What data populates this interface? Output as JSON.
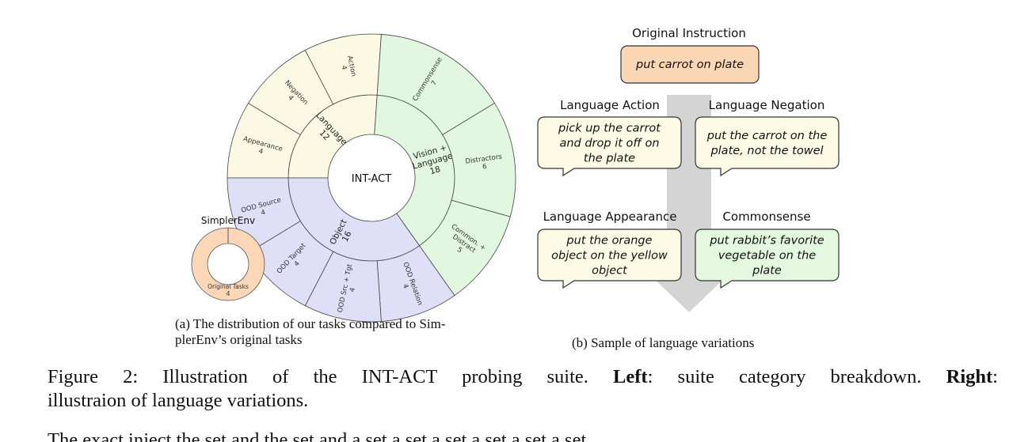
{
  "sunburst": {
    "center_label": "INT-ACT",
    "inner": [
      {
        "label": "Language",
        "value": "12",
        "color": "#fbf9e3"
      },
      {
        "label": "Vision +",
        "label2": "Language",
        "value": "18",
        "color": "#e2f7df"
      },
      {
        "label": "Object",
        "value": "16",
        "color": "#dfe0f7"
      }
    ],
    "outer": [
      {
        "label": "Action",
        "value": "4"
      },
      {
        "label": "Negation",
        "value": "4"
      },
      {
        "label": "Appearance",
        "value": "4"
      },
      {
        "label": "Commonsense",
        "value": "7"
      },
      {
        "label": "Distractors",
        "value": "6"
      },
      {
        "label": "Common. +",
        "label2": "Distract",
        "value": "5"
      },
      {
        "label": "OOD Relation",
        "value": "4"
      },
      {
        "label": "OOD Src + Tgt",
        "value": "4"
      },
      {
        "label": "OOD Target",
        "value": "4"
      },
      {
        "label": "OOD Source",
        "value": "4"
      }
    ]
  },
  "simpler": {
    "title": "SimplerEnv",
    "ring_label": "Original Tasks",
    "ring_value": "4",
    "color": "#fbd7b7"
  },
  "variations": {
    "original_title": "Original Instruction",
    "original_text": "put carrot on plate",
    "boxes": [
      {
        "title": "Language Action",
        "lines": [
          "pick up the carrot",
          "and drop it off on",
          "the plate"
        ],
        "color": "#fdfbe6"
      },
      {
        "title": "Language Negation",
        "lines": [
          "put the carrot on the",
          "plate, not the towel"
        ],
        "color": "#fdfbe6"
      },
      {
        "title": "Language Appearance",
        "lines": [
          "put the orange",
          "object on the yellow",
          "object"
        ],
        "color": "#fdfbe6"
      },
      {
        "title": "Commonsense",
        "lines": [
          "put rabbit’s favorite",
          "vegetable on the",
          "plate"
        ],
        "color": "#e4f8e0"
      }
    ]
  },
  "captions": {
    "a_line1": "(a) The distribution of our tasks compared to Sim-",
    "a_line2": "plerEnv’s original tasks",
    "b": "(b) Sample of language variations",
    "fig_prefix": "Figure 2: Illustration of the INT-ACT probing suite. ",
    "fig_left_bold": "Left",
    "fig_left_text": ": suite category breakdown. ",
    "fig_right_bold": "Right",
    "fig_right_text": ":",
    "fig_line2": "illustraion of language variations.",
    "body_fragment": "The exact inject the set and the set and a set a set a set a set a set a set "
  }
}
